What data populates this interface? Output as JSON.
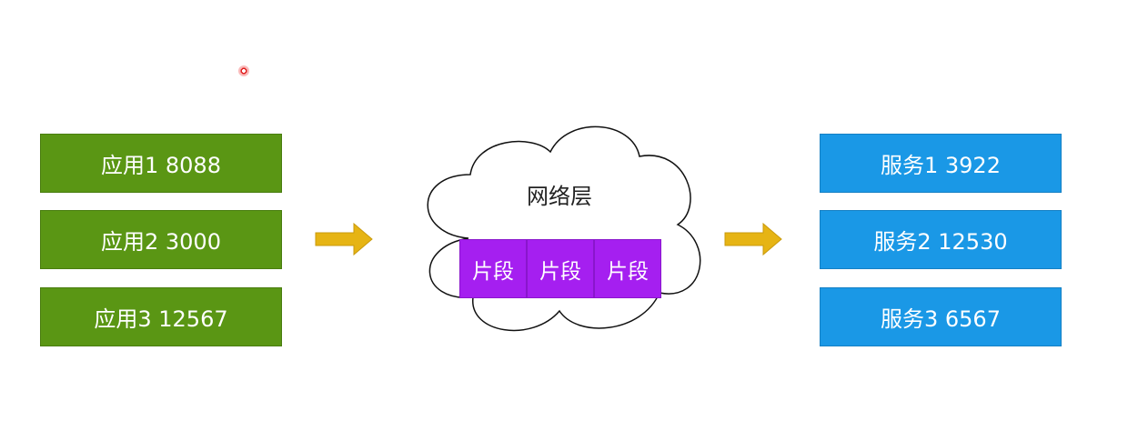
{
  "apps": [
    {
      "label": "应用1 8088"
    },
    {
      "label": "应用2 3000"
    },
    {
      "label": "应用3 12567"
    }
  ],
  "network": {
    "title": "网络层",
    "segments": [
      "片段",
      "片段",
      "片段"
    ]
  },
  "services": [
    {
      "label": "服务1 3922"
    },
    {
      "label": "服务2 12530"
    },
    {
      "label": "服务3  6567"
    }
  ],
  "colors": {
    "app": "#5a9614",
    "service": "#1a98e6",
    "segment": "#a51ff0",
    "arrow": "#e6b414"
  }
}
